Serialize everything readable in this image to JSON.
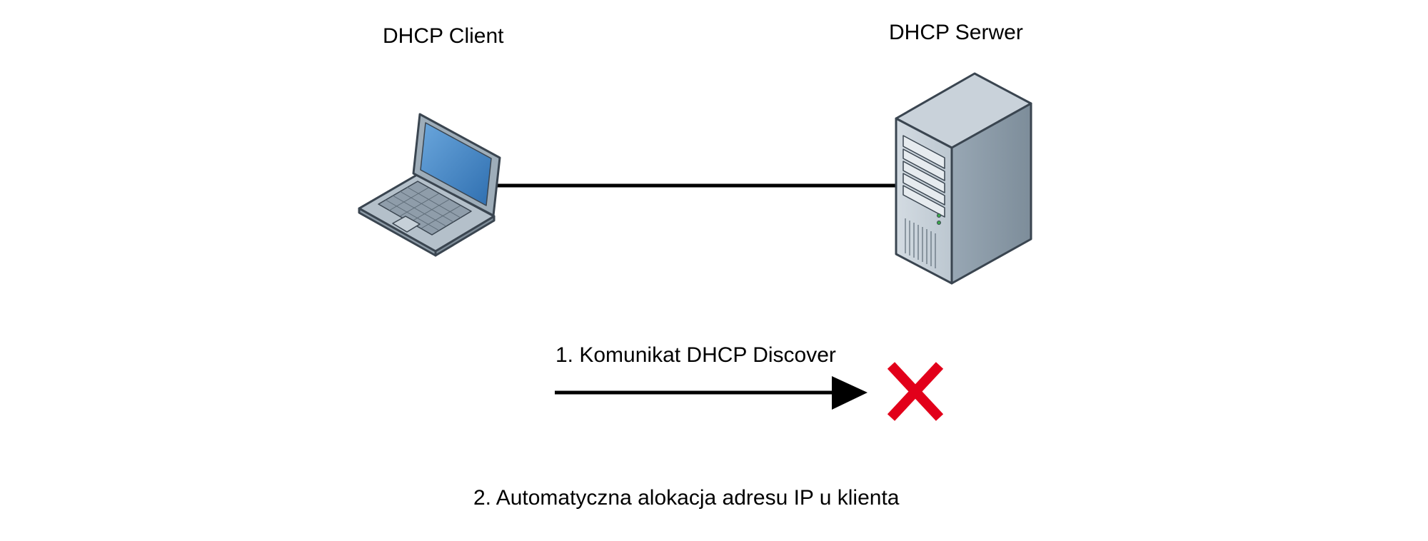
{
  "nodes": {
    "client": {
      "label": "DHCP Client",
      "icon": "laptop-icon"
    },
    "server": {
      "label": "DHCP Serwer",
      "icon": "server-tower-icon"
    }
  },
  "steps": [
    {
      "label": "1. Komunikat DHCP Discover",
      "result_icon": "red-x-icon"
    },
    {
      "label": "2. Automatyczna alokacja adresu IP u klienta"
    }
  ],
  "colors": {
    "link": "#000000",
    "failure": "#e2001a",
    "device_body": "#a8b5c0",
    "device_edge": "#3a4550",
    "screen": "#3e7fc1"
  }
}
